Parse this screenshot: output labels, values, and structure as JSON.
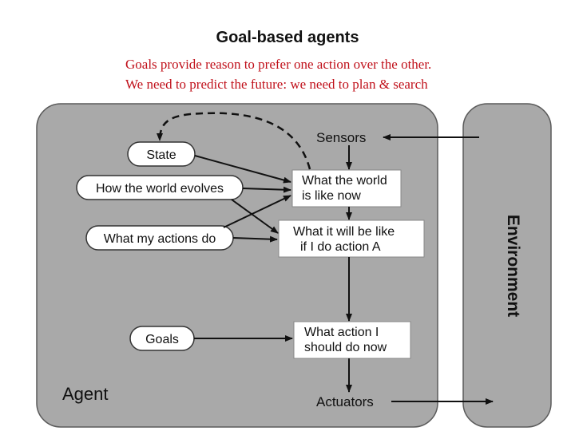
{
  "title": "Goal-based agents",
  "subtitle_lines": [
    "Goals provide reason to prefer one action over the other.",
    "We need to predict the future: we need to plan & search"
  ],
  "diagram": {
    "agent_label": "Agent",
    "environment_label": "Environment",
    "sensors_label": "Sensors",
    "actuators_label": "Actuators",
    "state_label": "State",
    "world_evolves_label": "How the world evolves",
    "actions_do_label": "What my actions do",
    "goals_label": "Goals",
    "world_now_lines": [
      "What the world",
      "is like now"
    ],
    "will_be_lines": [
      "What it will be like",
      "if I do action A"
    ],
    "action_now_lines": [
      "What action I",
      "should do now"
    ],
    "colors": {
      "panel": "#a9a9a9",
      "box": "#ffffff",
      "text_red": "#c0101a"
    }
  }
}
